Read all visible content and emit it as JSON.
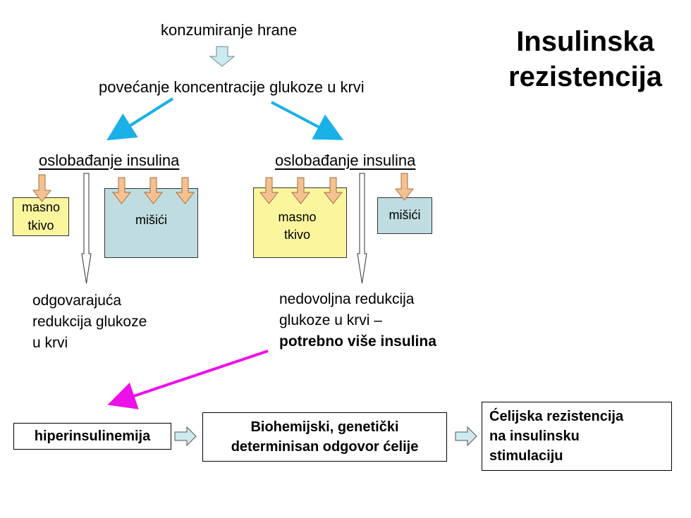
{
  "title": {
    "line1": "Insulinska",
    "line2": "rezistencija"
  },
  "top": {
    "food": "konzumiranje hrane",
    "glucose": "povećanje koncentracije glukoze u krvi"
  },
  "left": {
    "release": "oslobađanje insulina",
    "fat": [
      "masno",
      "tkivo"
    ],
    "muscle": "mišići",
    "result": [
      "odgovarajuća",
      "redukcija glukoze",
      "u krvi"
    ]
  },
  "right": {
    "release": "oslobađanje insulina",
    "fat": [
      "masno",
      "tkivo"
    ],
    "muscle": "mišići",
    "result": [
      "nedovoljna redukcija",
      "glukoze u krvi –"
    ],
    "result_bold": "potrebno više insulina"
  },
  "flow": {
    "box1": "hiperinsulinemija",
    "box2": [
      "Biohemijski, genetički",
      "determinisan odgovor ćelije"
    ],
    "box3": [
      "Ćelijska rezistencija",
      "na insulinsku",
      "stimulaciju"
    ]
  },
  "colors": {
    "block_arrow_fill": "#f5c191",
    "block_arrow_stroke": "#a07040",
    "cyan_arrow": "#1ab0e8",
    "magenta_arrow": "#ee10e8",
    "light_arrow_fill": "#cdeaee",
    "fat_tissue": "#fbf59e",
    "muscle": "#bfdde0"
  }
}
